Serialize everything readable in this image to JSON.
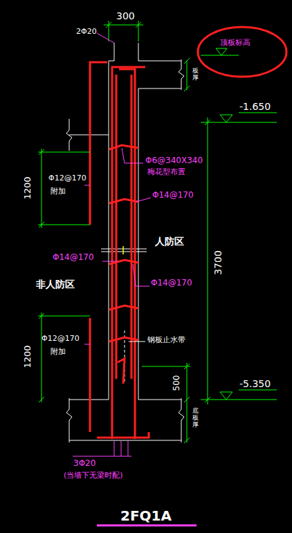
{
  "diagram": {
    "title": "2FQ1A",
    "labels": [
      "300",
      "2Φ20",
      "顶板标高",
      "板厚",
      "-1.650",
      "Φ6@340X340",
      "梅花型布置",
      "Φ12@170",
      "附加",
      "1200",
      "Φ14@170",
      "3700",
      "人防区",
      "Φ14@170",
      "非人防区",
      "Φ14@170",
      "Φ12@170",
      "附加",
      "1200",
      "钢板止水带",
      "500",
      "-5.350",
      "底板厚",
      "3Φ20",
      "(当墙下无梁时配)"
    ]
  }
}
